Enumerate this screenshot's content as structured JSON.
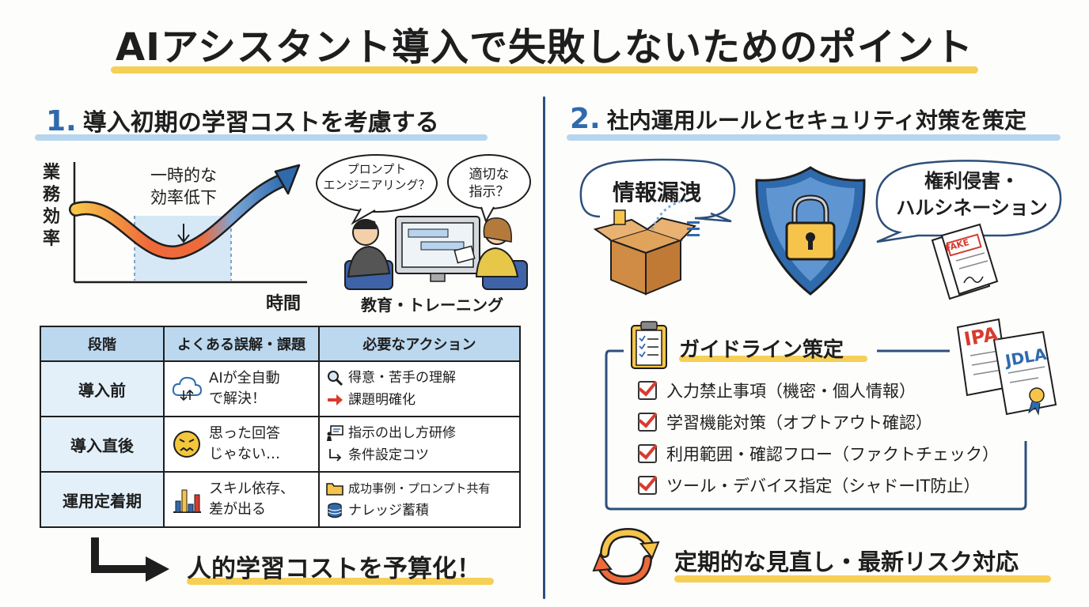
{
  "title": "AIアシスタント導入で失敗しないためのポイント",
  "section1": {
    "number": "1.",
    "heading": "導入初期の学習コストを考慮する",
    "graph": {
      "ylabel": "業務効率",
      "xlabel": "時間",
      "annotation_line1": "一時的な",
      "annotation_line2": "効率低下"
    },
    "bubble_prompt_line1": "プロンプト",
    "bubble_prompt_line2": "エンジニアリング？",
    "bubble_instruction_line1": "適切な",
    "bubble_instruction_line2": "指示？",
    "training_caption": "教育・トレーニング",
    "table": {
      "headers": [
        "段階",
        "よくある誤解・課題",
        "必要なアクション"
      ],
      "rows": [
        {
          "stage": "導入前",
          "issue": [
            "AIが全自動",
            "で解決！"
          ],
          "actions": [
            "得意・苦手の理解",
            "課題明確化"
          ]
        },
        {
          "stage": "導入直後",
          "issue": [
            "思った回答",
            "じゃない…"
          ],
          "actions": [
            "指示の出し方研修",
            "条件設定コツ"
          ]
        },
        {
          "stage": "運用定着期",
          "issue": [
            "スキル依存、",
            "差が出る"
          ],
          "actions": [
            "成功事例・プロンプト共有",
            "ナレッジ蓄積"
          ]
        }
      ]
    },
    "conclusion": "人的学習コストを予算化！"
  },
  "section2": {
    "number": "2.",
    "heading": "社内運用ルールとセキュリティ対策を策定",
    "bubble_leak": "情報漏洩",
    "bubble_rights_line1": "権利侵害・",
    "bubble_rights_line2": "ハルシネーション",
    "fake_label": "FAKE",
    "doc_ipa": "IPA",
    "doc_jdla": "JDLA",
    "guideline_title": "ガイドライン策定",
    "checklist": [
      "入力禁止事項（機密・個人情報）",
      "学習機能対策（オプトアウト確認）",
      "利用範囲・確認フロー（ファクトチェック）",
      "ツール・デバイス指定（シャドーIT防止）"
    ],
    "review": "定期的な見直し・最新リスク対応"
  },
  "colors": {
    "accent_yellow": "#f6cf57",
    "accent_blue": "#2f6aad",
    "header_blue": "#bcd8ef",
    "alert_red": "#d63c2f"
  }
}
